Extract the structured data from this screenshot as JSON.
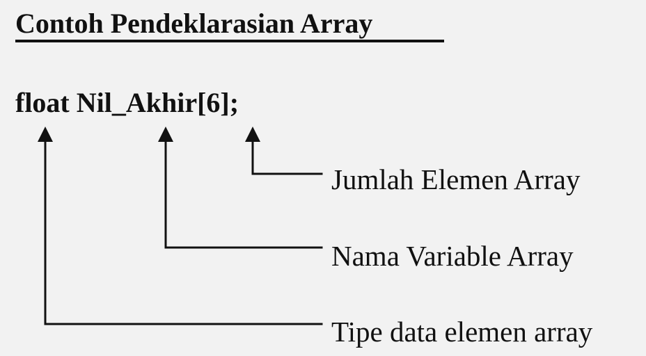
{
  "title": "Contoh Pendeklarasian Array",
  "code": "float Nil_Akhir[6];",
  "annotations": {
    "element_count": "Jumlah Elemen Array",
    "variable_name": "Nama Variable Array",
    "data_type": "Tipe data elemen array"
  },
  "colors": {
    "background": "#f2f2f2",
    "ink": "#111111"
  }
}
